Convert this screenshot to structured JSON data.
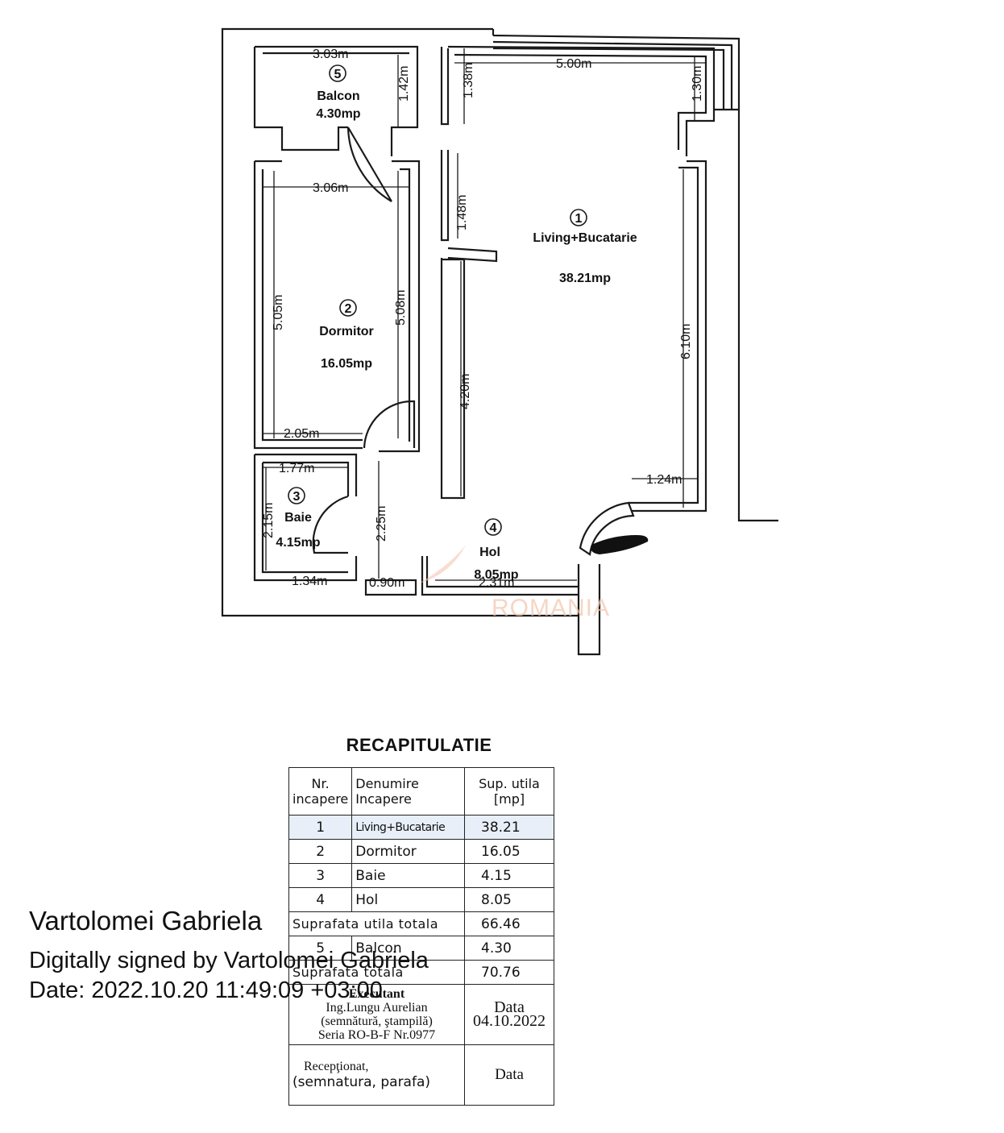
{
  "floorplan": {
    "rooms": [
      {
        "nr": "1",
        "name": "Living+Bucatarie",
        "area": "38.21mp"
      },
      {
        "nr": "2",
        "name": "Dormitor",
        "area": "16.05mp"
      },
      {
        "nr": "3",
        "name": "Baie",
        "area": "4.15mp"
      },
      {
        "nr": "4",
        "name": "Hol",
        "area": "8.05mp"
      },
      {
        "nr": "5",
        "name": "Balcon",
        "area": "4.30mp"
      }
    ],
    "dimensions": [
      "3.03m",
      "1.42m",
      "3.06m",
      "5.05m",
      "5.08m",
      "2.05m",
      "1.77m",
      "2.15m",
      "1.34m",
      "2.25m",
      "0.90m",
      "2.31m",
      "1.38m",
      "1.48m",
      "4.20m",
      "5.00m",
      "1.30m",
      "6.10m",
      "1.24m"
    ],
    "watermark": "ROMANIA"
  },
  "recap": {
    "title": "RECAPITULATIE",
    "headers": {
      "nr_line1": "Nr.",
      "nr_line2": "incapere",
      "name_line1": "Denumire",
      "name_line2": "Incapere",
      "area_line1": "Sup. utila",
      "area_line2": "[mp]"
    },
    "rows": [
      {
        "nr": "1",
        "name": "Living+Bucatarie",
        "area": "38.21"
      },
      {
        "nr": "2",
        "name": "Dormitor",
        "area": "16.05"
      },
      {
        "nr": "3",
        "name": "Baie",
        "area": "4.15"
      },
      {
        "nr": "4",
        "name": "Hol",
        "area": "8.05"
      }
    ],
    "useful_total_label": "Suprafata utila totala",
    "useful_total_value": "66.46",
    "balcony": {
      "nr": "5",
      "name": "Balcon",
      "area": "4.30"
    },
    "total_label": "Suprafata totala",
    "total_value": "70.76",
    "executant_label": "Executant",
    "engineer_name": "Ing.Lungu Aurelian",
    "engineer_sign": "(semnătură, ştampilă)",
    "engineer_series": "Seria RO-B-F Nr.0977",
    "date_label": "Data",
    "date_value": "04.10.2022",
    "received_label": "Recepţionat,",
    "received_sign": "(semnatura, parafa)",
    "received_date_label": "Data"
  },
  "signature": {
    "name": "Vartolomei Gabriela",
    "line2": "Digitally signed by Vartolomei Gabriela",
    "line3": "Date: 2022.10.20 11:49:09 +03:00"
  }
}
